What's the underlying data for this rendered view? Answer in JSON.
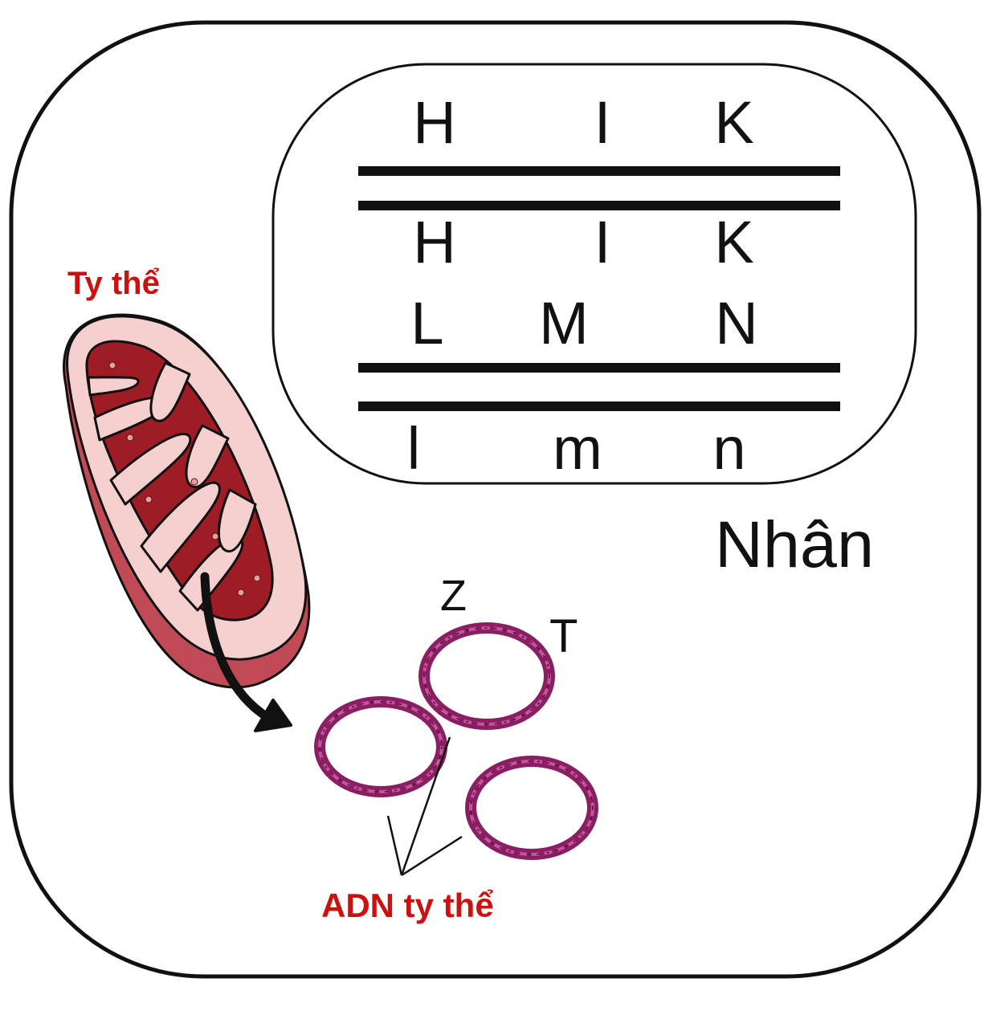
{
  "colors": {
    "outline": "#111111",
    "label_red": "#cc1111",
    "mito_outer": "#f5cccc",
    "mito_side": "#c04a55",
    "mito_matrix": "#9e1c25",
    "dna_ring": "#8a1e62",
    "dna_ring_light": "#c45598"
  },
  "labels": {
    "mitochondrion": "Ty thể",
    "nucleus": "Nhân",
    "mtdna": "ADN ty thể",
    "gene_z": "Z",
    "gene_t": "T"
  },
  "chromosome_pair_1": {
    "top": [
      "H",
      "I",
      "K"
    ],
    "bottom": [
      "H",
      "I",
      "K"
    ]
  },
  "chromosome_pair_2": {
    "top": [
      "L",
      "M",
      "N"
    ],
    "bottom": [
      "l",
      "m",
      "n"
    ]
  },
  "icons": {
    "cell": "cell-membrane-outline",
    "nucleus": "nucleus-envelope",
    "mitochondrion": "mitochondrion-illustration",
    "arrow": "curved-arrow-icon",
    "dna": "circular-dna-plasmid"
  }
}
